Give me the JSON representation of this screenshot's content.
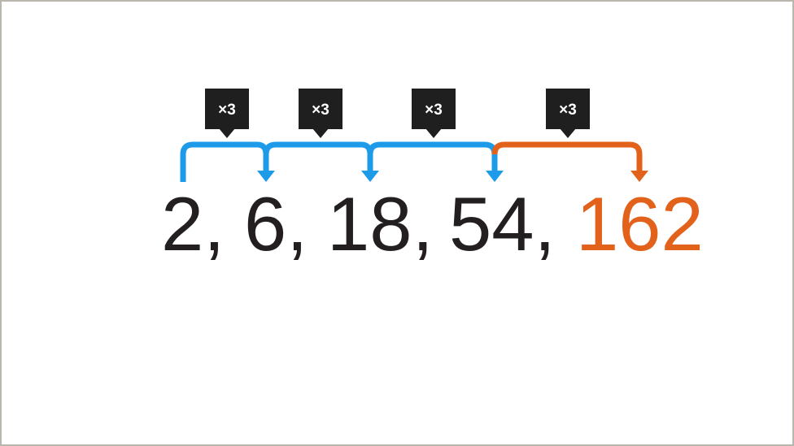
{
  "sequence": [
    {
      "text": "2",
      "sep": ","
    },
    {
      "text": "6",
      "sep": ","
    },
    {
      "text": "18",
      "sep": ","
    },
    {
      "text": "54",
      "sep": ","
    },
    {
      "text": "162",
      "sep": ""
    }
  ],
  "steps": [
    {
      "label": "×3",
      "color": "#1e9be8"
    },
    {
      "label": "×3",
      "color": "#1e9be8"
    },
    {
      "label": "×3",
      "color": "#1e9be8"
    },
    {
      "label": "×3",
      "color": "#e2621b"
    }
  ],
  "colors": {
    "known_term": "#231f20",
    "next_term": "#e2621b",
    "badge": "#1f1f1f"
  }
}
